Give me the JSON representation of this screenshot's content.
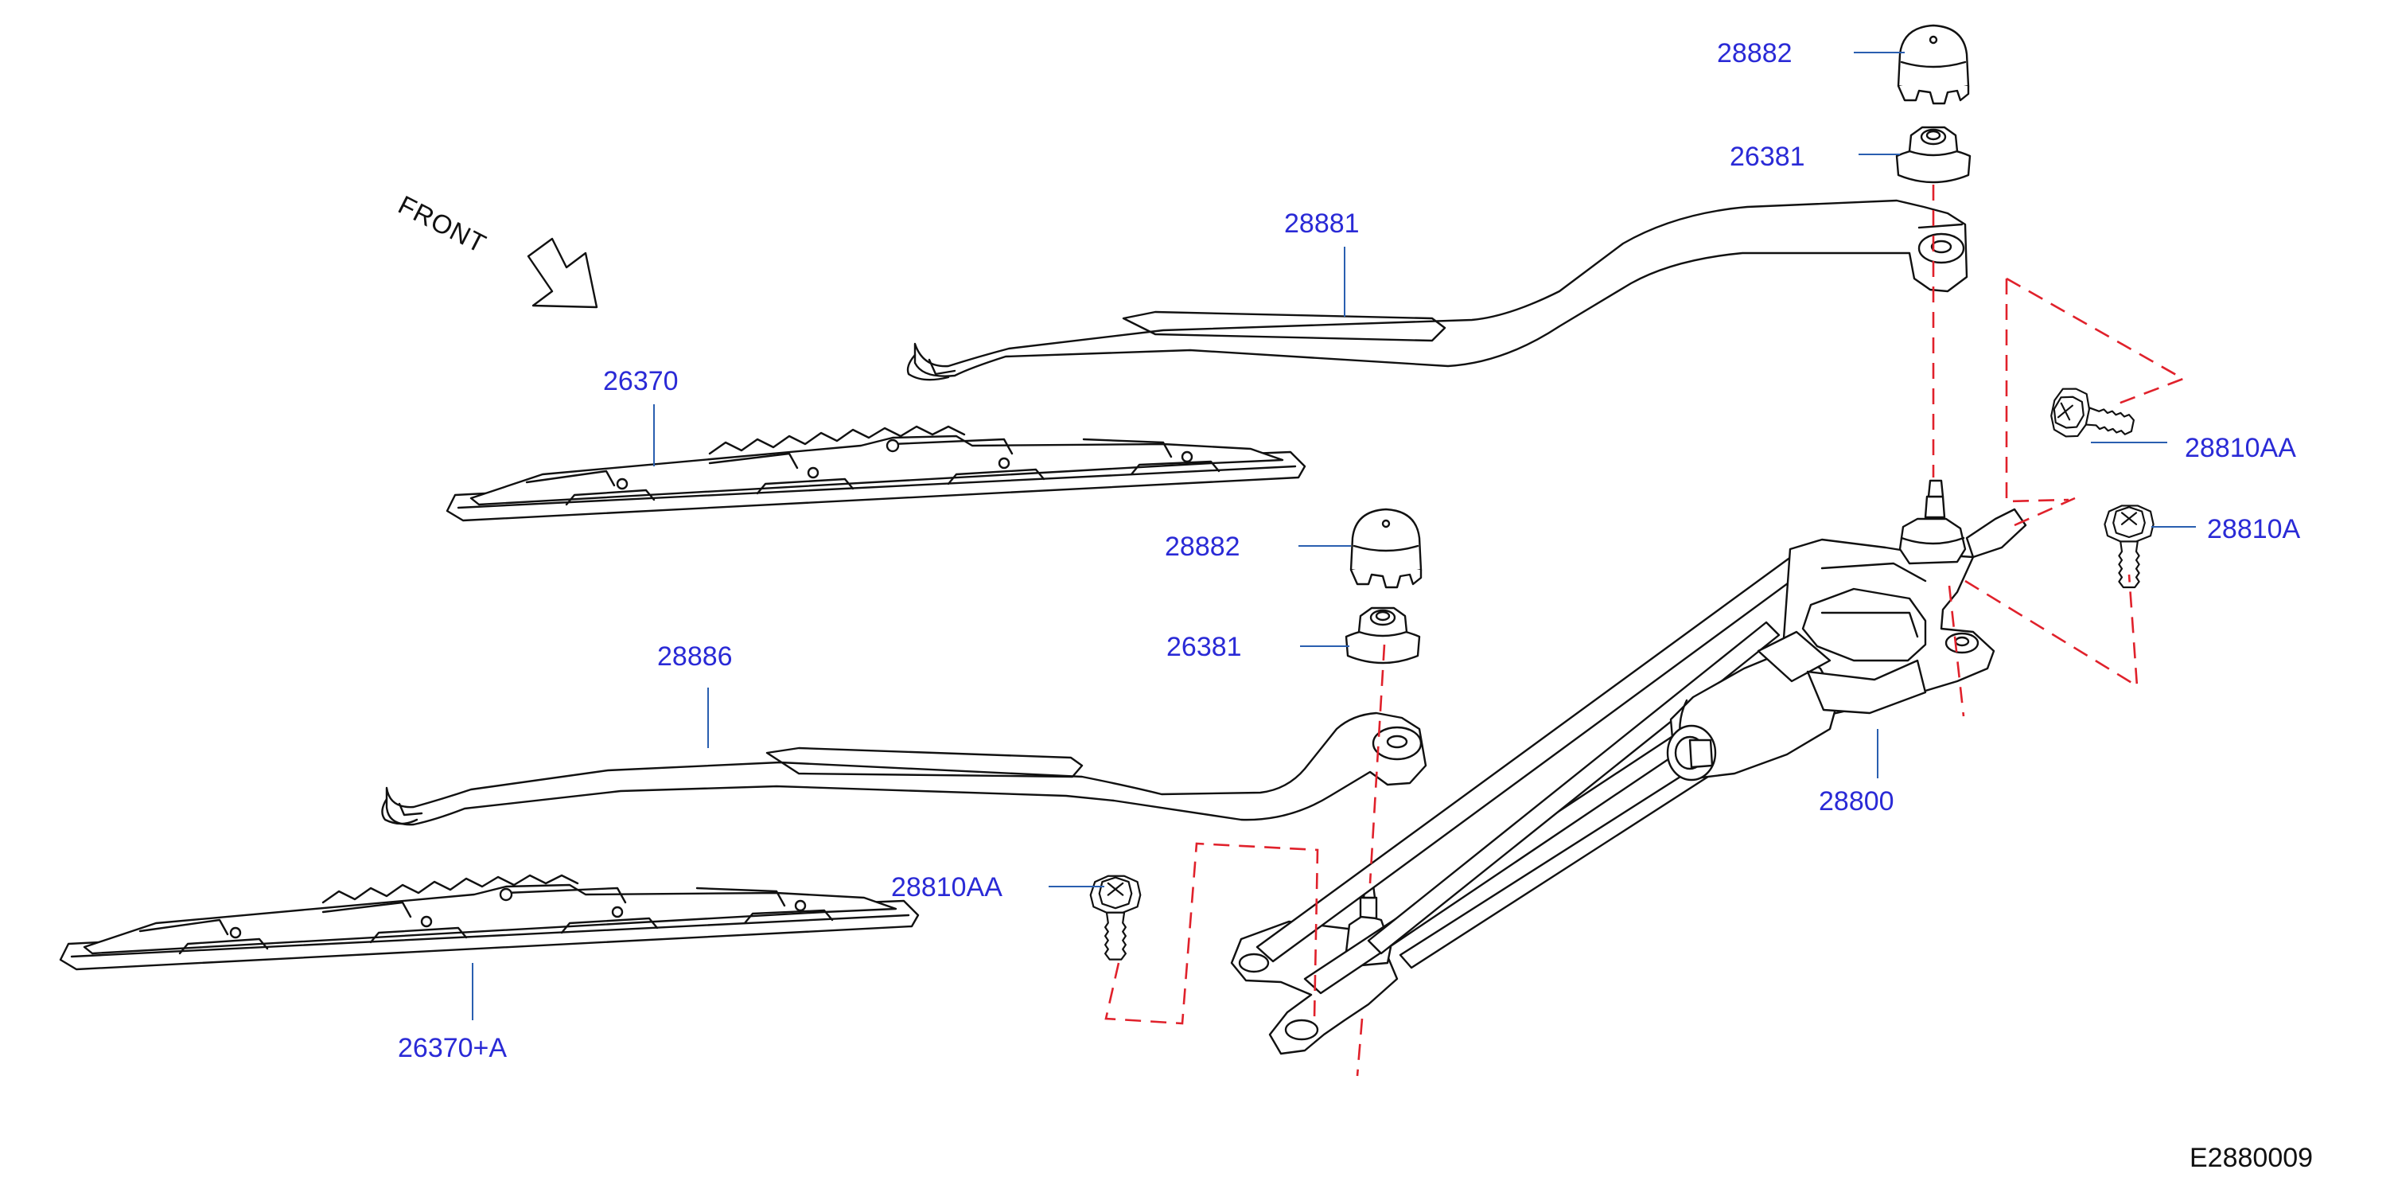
{
  "diagram": {
    "front_label": "FRONT",
    "figure_code": "E2880009",
    "colors": {
      "label": "#2a2ad6",
      "leader": "#2a5fb0",
      "dashed": "#e0212b",
      "ink": "#111111"
    },
    "callouts": [
      {
        "id": "cap-top",
        "text": "28882"
      },
      {
        "id": "nut-top",
        "text": "26381"
      },
      {
        "id": "arm-upper",
        "text": "28881"
      },
      {
        "id": "blade-upper",
        "text": "26370"
      },
      {
        "id": "bolt-right-a",
        "text": "28810AA"
      },
      {
        "id": "bolt-right-b",
        "text": "28810A"
      },
      {
        "id": "cap-mid",
        "text": "28882"
      },
      {
        "id": "nut-mid",
        "text": "26381"
      },
      {
        "id": "arm-lower",
        "text": "28886"
      },
      {
        "id": "linkage",
        "text": "28800"
      },
      {
        "id": "bolt-left",
        "text": "28810AA"
      },
      {
        "id": "blade-lower",
        "text": "26370+A"
      }
    ]
  }
}
